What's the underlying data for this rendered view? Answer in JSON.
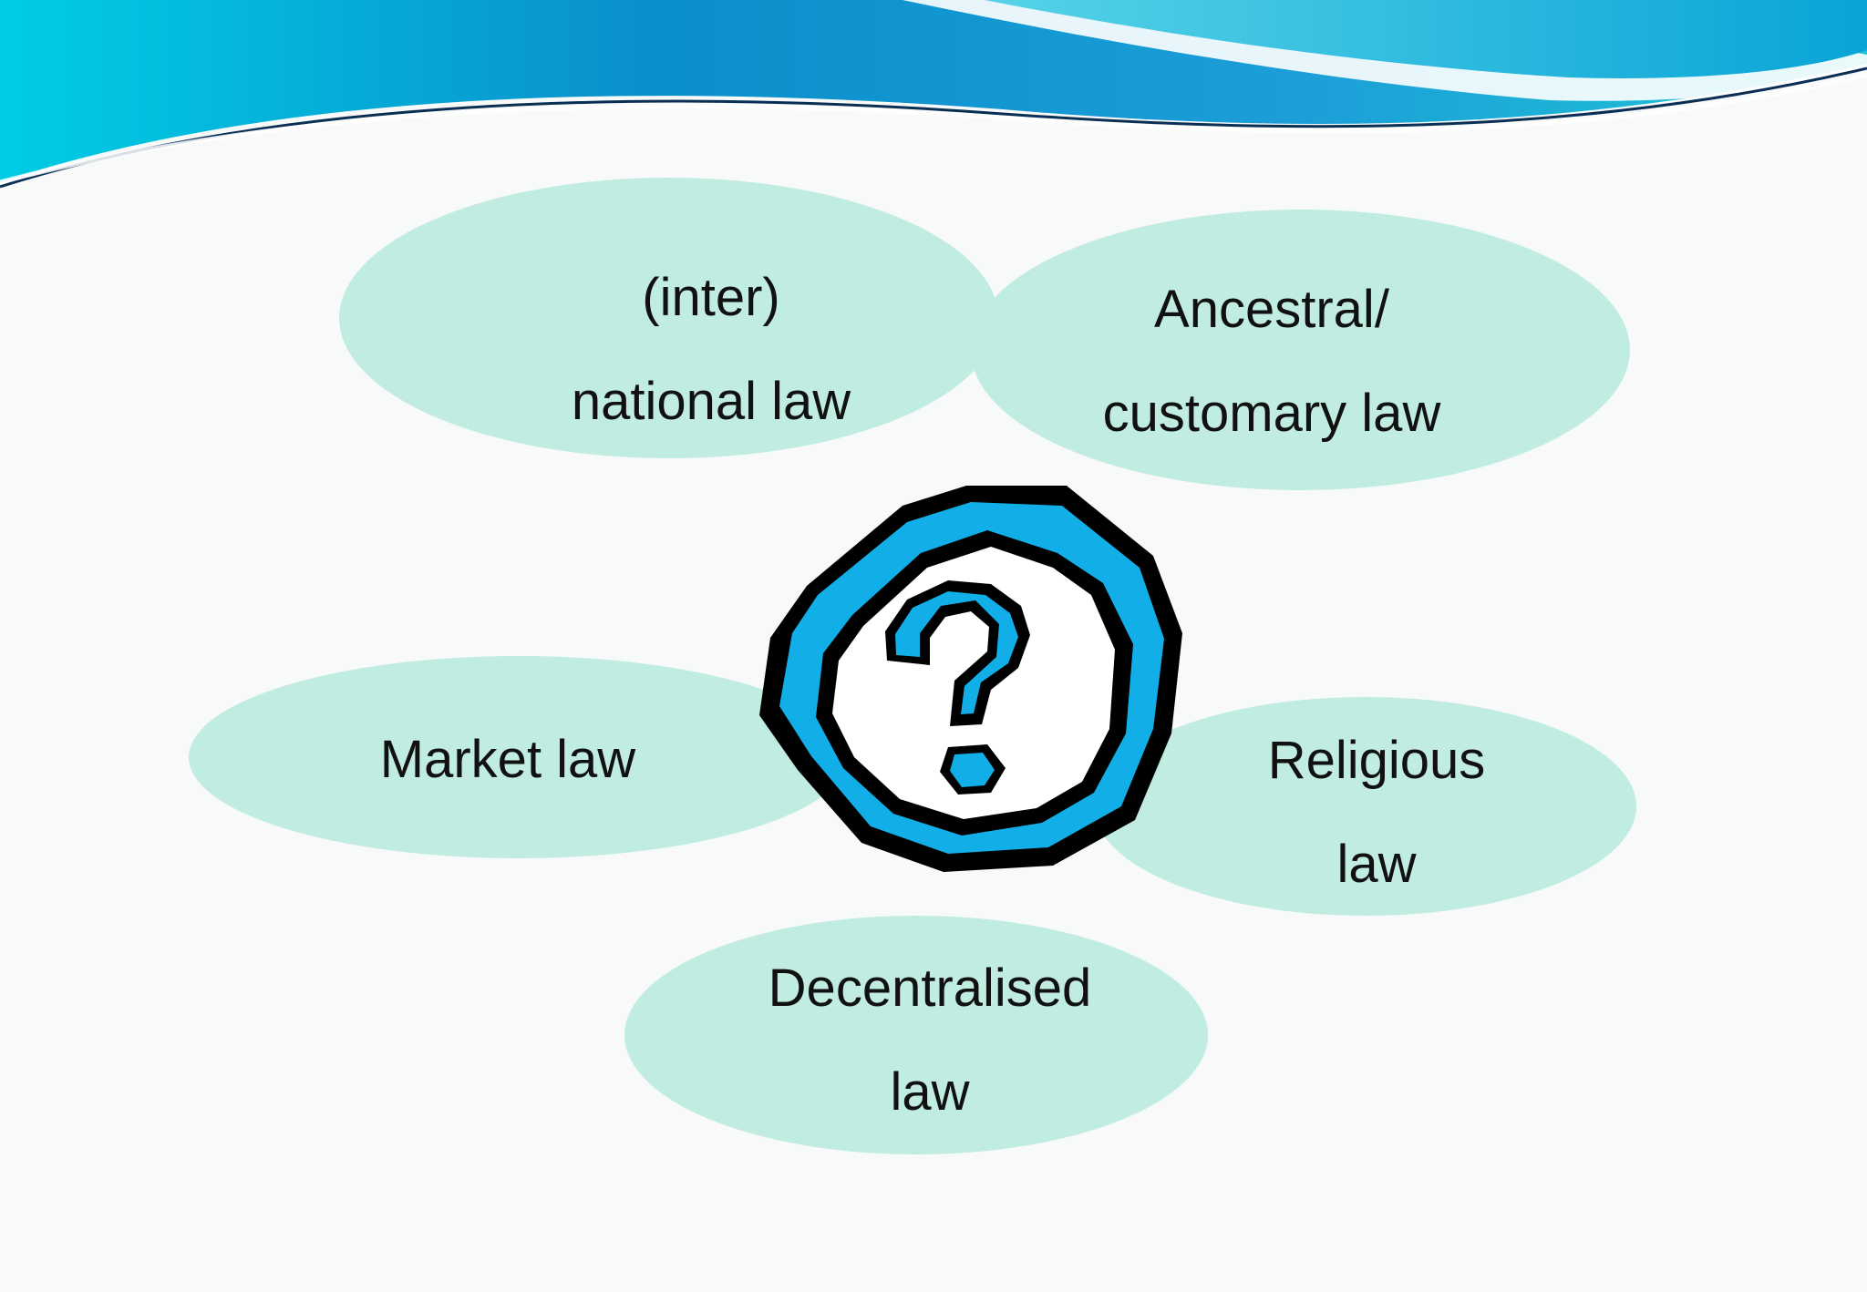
{
  "slide": {
    "background_color": "#f8f9f9",
    "accent_color": "#12aee8",
    "ellipse_color": "#c0ece2"
  },
  "bubbles": {
    "international": {
      "line1": "(inter)",
      "line2": "national law"
    },
    "ancestral": {
      "line1": "Ancestral/",
      "line2": "customary law"
    },
    "market": {
      "line1": "Market law"
    },
    "religious": {
      "line1": "Religious",
      "line2": "law"
    },
    "decentralised": {
      "line1": "Decentralised",
      "line2": "law"
    }
  },
  "center_icon": {
    "name": "question-mark-icon"
  }
}
